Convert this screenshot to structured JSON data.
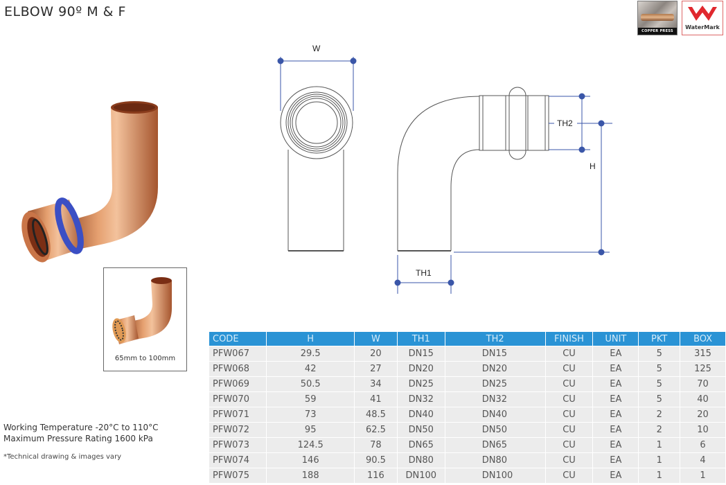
{
  "header": {
    "title": "ELBOW 90º M & F"
  },
  "badges": {
    "copper_press": {
      "label": "COPPER PRESS",
      "icon": "copper-press-logo"
    },
    "watermark": {
      "label": "WaterMark",
      "icon": "watermark-logo",
      "accent": "#e0282e"
    }
  },
  "images": {
    "main": {
      "icon": "copper-elbow-photo",
      "ring_color": "#3b4fc4",
      "copper_color": "#c8784a"
    },
    "small": {
      "icon": "copper-elbow-photo-small",
      "caption": "65mm to 100mm"
    }
  },
  "drawing": {
    "dimension_color": "#3a56a8",
    "labels": {
      "w": "W",
      "th1": "TH1",
      "th2": "TH2",
      "h": "H"
    }
  },
  "specs": {
    "working_temperature": "Working Temperature  -20°C to 110°C",
    "max_pressure": "Maximum Pressure Rating  1600 kPa",
    "note": "*Technical drawing & images vary"
  },
  "table": {
    "header_color": "#2a93d5",
    "columns": [
      "CODE",
      "H",
      "W",
      "TH1",
      "TH2",
      "FINISH",
      "UNIT",
      "PKT",
      "BOX"
    ],
    "rows": [
      [
        "PFW067",
        "29.5",
        "20",
        "DN15",
        "DN15",
        "CU",
        "EA",
        "5",
        "315"
      ],
      [
        "PFW068",
        "42",
        "27",
        "DN20",
        "DN20",
        "CU",
        "EA",
        "5",
        "125"
      ],
      [
        "PFW069",
        "50.5",
        "34",
        "DN25",
        "DN25",
        "CU",
        "EA",
        "5",
        "70"
      ],
      [
        "PFW070",
        "59",
        "41",
        "DN32",
        "DN32",
        "CU",
        "EA",
        "5",
        "40"
      ],
      [
        "PFW071",
        "73",
        "48.5",
        "DN40",
        "DN40",
        "CU",
        "EA",
        "2",
        "20"
      ],
      [
        "PFW072",
        "95",
        "62.5",
        "DN50",
        "DN50",
        "CU",
        "EA",
        "2",
        "10"
      ],
      [
        "PFW073",
        "124.5",
        "78",
        "DN65",
        "DN65",
        "CU",
        "EA",
        "1",
        "6"
      ],
      [
        "PFW074",
        "146",
        "90.5",
        "DN80",
        "DN80",
        "CU",
        "EA",
        "1",
        "4"
      ],
      [
        "PFW075",
        "188",
        "116",
        "DN100",
        "DN100",
        "CU",
        "EA",
        "1",
        "1"
      ]
    ]
  }
}
